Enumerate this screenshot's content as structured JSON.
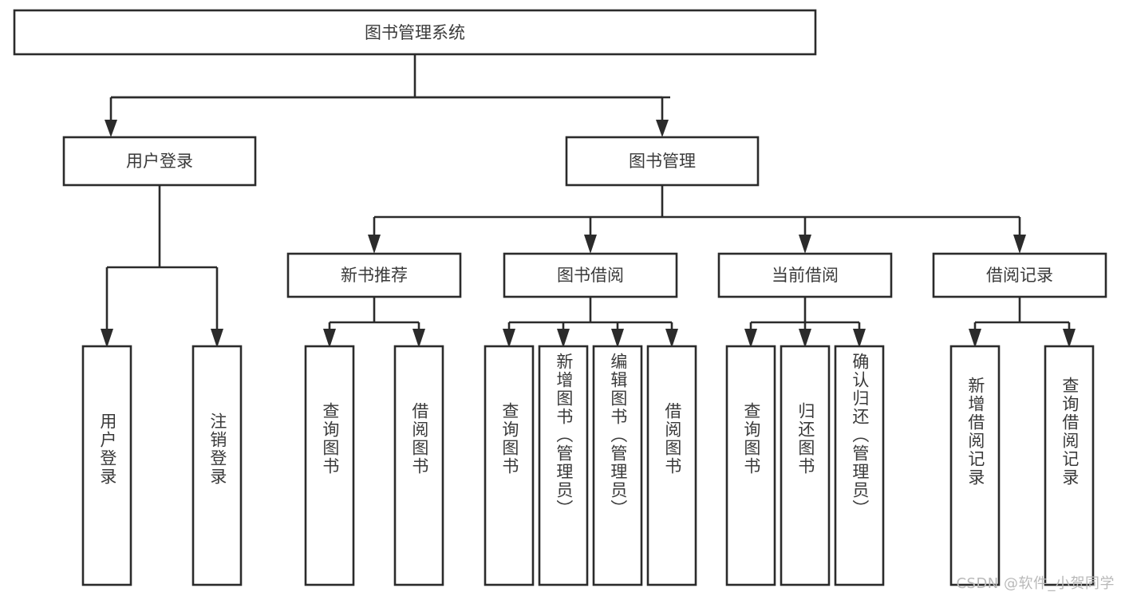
{
  "diagram": {
    "title": "图书管理系统",
    "type": "tree-hierarchy",
    "orientation": "top-down",
    "colors": {
      "background": "#ffffff",
      "box_fill": "#ffffff",
      "box_stroke": "#2b2b2b",
      "connector": "#2b2b2b",
      "text": "#3a3a3a",
      "watermark": "#b9b9b9"
    },
    "root": {
      "label": "图书管理系统"
    },
    "level2": [
      {
        "id": "user-login",
        "label": "用户登录"
      },
      {
        "id": "book-management",
        "label": "图书管理"
      }
    ],
    "level3": [
      {
        "id": "new-book-recommend",
        "label": "新书推荐"
      },
      {
        "id": "book-borrow",
        "label": "图书借阅"
      },
      {
        "id": "current-borrow",
        "label": "当前借阅"
      },
      {
        "id": "borrow-record",
        "label": "借阅记录"
      }
    ],
    "leaves": {
      "user-login": [
        {
          "id": "leaf-user-login",
          "label": "用户登录"
        },
        {
          "id": "leaf-logout-login",
          "label": "注销登录"
        }
      ],
      "new-book-recommend": [
        {
          "id": "leaf-query-book-1",
          "label": "查询图书"
        },
        {
          "id": "leaf-borrow-book-1",
          "label": "借阅图书"
        }
      ],
      "book-borrow": [
        {
          "id": "leaf-query-book-2",
          "label": "查询图书"
        },
        {
          "id": "leaf-add-book",
          "label": "新增图书（管理员）"
        },
        {
          "id": "leaf-edit-book",
          "label": "编辑图书（管理员）"
        },
        {
          "id": "leaf-borrow-book-2",
          "label": "借阅图书"
        }
      ],
      "current-borrow": [
        {
          "id": "leaf-query-book-3",
          "label": "查询图书"
        },
        {
          "id": "leaf-return-book",
          "label": "归还图书"
        },
        {
          "id": "leaf-confirm-return",
          "label": "确认归还（管理员）"
        }
      ],
      "borrow-record": [
        {
          "id": "leaf-add-record",
          "label": "新增借阅记录"
        },
        {
          "id": "leaf-query-record",
          "label": "查询借阅记录"
        }
      ]
    }
  },
  "watermark": {
    "text": "CSDN @软件_小贺同学"
  }
}
